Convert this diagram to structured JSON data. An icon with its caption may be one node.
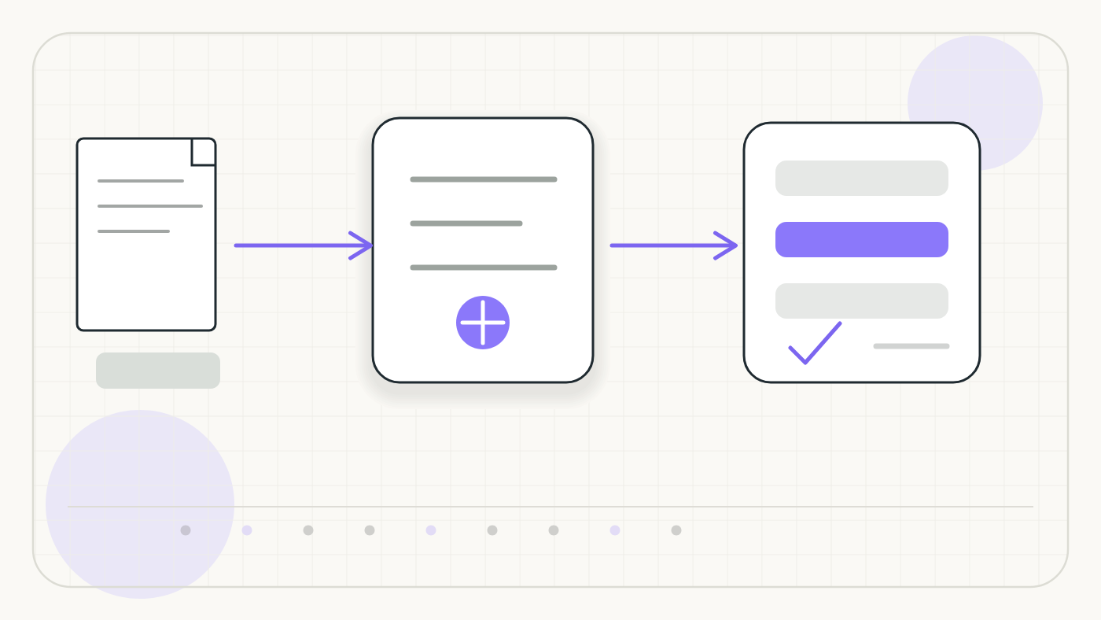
{
  "diagram": {
    "nodes": [
      {
        "text": [],
        "shape": "document"
      },
      {
        "text": [],
        "shape": "box"
      },
      {
        "text": [],
        "shape": "box"
      }
    ],
    "edges": [
      {
        "from": 0,
        "to": 1,
        "arrow": "to"
      },
      {
        "from": 1,
        "to": 2,
        "arrow": "to"
      }
    ]
  }
}
